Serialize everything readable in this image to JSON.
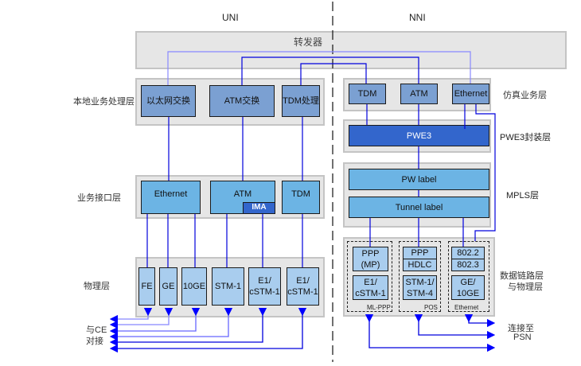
{
  "headers": {
    "uni": "UNI",
    "nni": "NNI"
  },
  "forwarder": {
    "label": "转发器"
  },
  "layers_left": {
    "local_service": "本地业务处理层",
    "service_interface": "业务接口层",
    "physical": "物理层",
    "ce_connect": [
      "与CE",
      "对接"
    ]
  },
  "layers_right": {
    "emulation": "仿真业务层",
    "pwe3_encap": "PWE3封装层",
    "mpls": "MPLS层",
    "datalink": [
      "数据链路层",
      "与物理层"
    ],
    "psn_connect": [
      "连接至",
      "PSN"
    ]
  },
  "local_service_boxes": [
    "以太网交换",
    "ATM交换",
    "TDM处理"
  ],
  "interface_boxes": [
    "Ethernet",
    "ATM",
    "TDM"
  ],
  "ima_label": "IMA",
  "physical_boxes": [
    "FE",
    "GE",
    "10GE",
    "STM-1",
    "E1/\ncSTM-1",
    "E1/\ncSTM-1"
  ],
  "emulation_boxes": [
    "TDM",
    "ATM",
    "Ethernet"
  ],
  "pwe3_label": "PWE3",
  "mpls_boxes": [
    "PW label",
    "Tunnel label"
  ],
  "datalink_groups": [
    {
      "name": "ML-PPP",
      "top": "PPP\n(MP)",
      "bottom": "E1/\ncSTM-1"
    },
    {
      "name": "POS",
      "top": [
        "PPP",
        "HDLC"
      ],
      "bottom": "STM-1/\nSTM-4"
    },
    {
      "name": "Ethernet",
      "top": [
        "802.2",
        "802.3"
      ],
      "bottom": "GE/\n10GE"
    }
  ],
  "colors": {
    "panel_bg": "#e6e6e6",
    "service_box": "#7ba0d2",
    "interface_box": "#6cb4e4",
    "physical_box": "#a9cdee",
    "pwe3_box": "#3366cc",
    "wire": "#0000dd",
    "wire_light": "#8888ff"
  }
}
